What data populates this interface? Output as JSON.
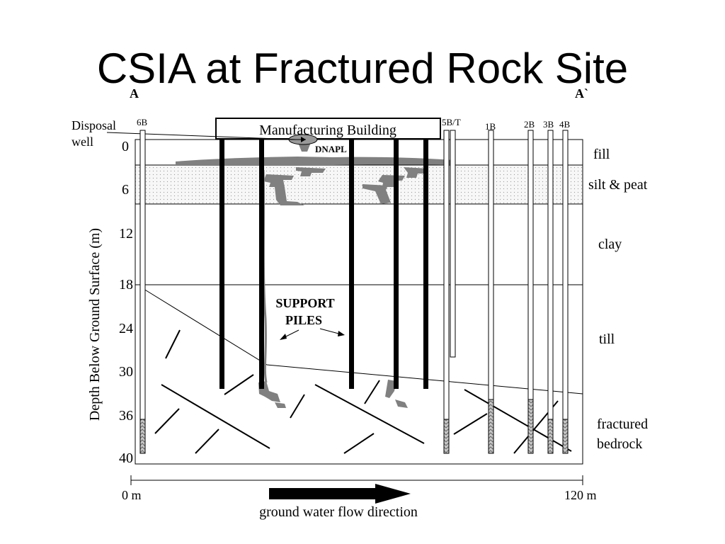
{
  "title": "CSIA at Fractured Rock Site",
  "section": {
    "left_label": "A",
    "right_label": "A`"
  },
  "disposal_well_label_line1": "Disposal",
  "disposal_well_label_line2": "well",
  "building_label": "Manufacturing Building",
  "dnapl_label": "DNAPL",
  "wells": {
    "w6b": "6B",
    "w5bt": "5B/T",
    "w1b": "1B",
    "w2b": "2B",
    "w3b": "3B",
    "w4b": "4B"
  },
  "depth_axis": {
    "label": "Depth Below Ground Surface (m)",
    "ticks": [
      "0",
      "6",
      "12",
      "18",
      "24",
      "30",
      "36",
      "40"
    ]
  },
  "layers": {
    "fill": "fill",
    "silt": "silt & peat",
    "clay": "clay",
    "till": "till",
    "bedrock_line1": "fractured",
    "bedrock_line2": "bedrock"
  },
  "support_piles_line1": "SUPPORT",
  "support_piles_line2": "PILES",
  "distance_axis": {
    "start": "0 m",
    "end": "120 m"
  },
  "flow_label": "ground water flow direction",
  "colors": {
    "dnapl": "#808080",
    "silt_fill": "#f2f2f2",
    "line": "#000000"
  }
}
